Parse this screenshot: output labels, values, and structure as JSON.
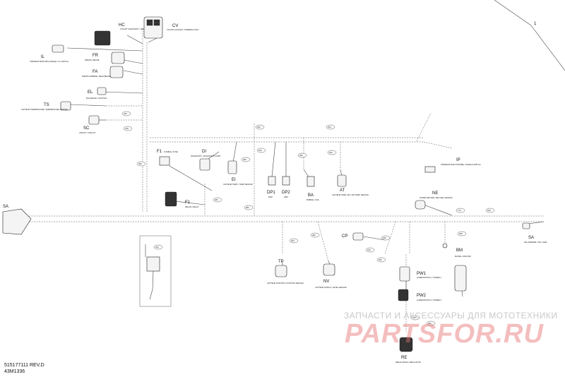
{
  "document": {
    "part_number": "515177111 REV.D",
    "drawing_number": "43M1336",
    "callout": "1"
  },
  "watermark": {
    "tagline": "ЗАПЧАСТИ И АКСЕССУАРЫ ДЛЯ МОТОТЕХНИКИ",
    "logo": "PARTSFOR.RU",
    "color": "#e06e6e"
  },
  "connectors": {
    "hc": {
      "code": "HC",
      "caption": "VOLANT CHAUFFANT / HEATED STEERING"
    },
    "cv": {
      "code": "CV",
      "caption": "VOLANT & ROUES / STEERING ASSY"
    },
    "il": {
      "code": "IL",
      "caption": "INTERRUPTEUR D'ÉCLAIRAGE / ILL SWITCH"
    },
    "fr": {
      "code": "FR",
      "caption": "FREINS / BRAKE"
    },
    "fa": {
      "code": "FA",
      "caption": "FREINS ARRIÈRE / REAR BRAKE"
    },
    "el": {
      "code": "EL",
      "caption": "ÉCLAIRAGE / LIGHTING"
    },
    "ts": {
      "code": "TS",
      "caption": "CAPTEUR TEMPÉRATURE / TEMPERATURE SENSOR"
    },
    "sc": {
      "code": "SC",
      "caption": "CIRCUIT / CIRCUIT"
    },
    "f1a": {
      "code": "F1",
      "caption": "FUSIBLE / FUSE"
    },
    "di": {
      "code": "DI",
      "caption": "DIAGNOSTIC / DIAGNOSTIC PORT"
    },
    "ei": {
      "code": "EI",
      "caption": "CAPTEUR TEMP. / TEMP SENSOR"
    },
    "f1b": {
      "code": "F1",
      "caption": "RELAIS / RELAY"
    },
    "dp1": {
      "code": "DP1",
      "caption": "DPM"
    },
    "dp2": {
      "code": "DP2",
      "caption": "DPM"
    },
    "ba": {
      "code": "BA",
      "caption": "BOBINE / COIL"
    },
    "at": {
      "code": "AT",
      "caption": "CAPTEUR TEMP. AIR / AIR TEMP. SENSOR"
    },
    "ip": {
      "code": "IP",
      "caption": "INTERRUPTEUR POIGNÉE / HANDLE SWITCH"
    },
    "ne": {
      "code": "NE",
      "caption": "SONDE NEUTRE / NEUTRAL SENSOR"
    },
    "sa_left": {
      "code": "SA",
      "caption": ""
    },
    "sa_right": {
      "code": "SA",
      "caption": "FEU ARRIÈRE / TAIL LAMP"
    },
    "cp": {
      "code": "CP",
      "caption": ""
    },
    "tp": {
      "code": "TP",
      "caption": "CAPTEUR POSITION / POSITION SENSOR"
    },
    "nv": {
      "code": "NV",
      "caption": "CAPTEUR NIVEAU / LEVEL SENSOR"
    },
    "bm": {
      "code": "BM",
      "caption": "MASSE / GROUND"
    },
    "pw1": {
      "code": "PW1",
      "caption": "ALIMENTATION 1 / POWER 1"
    },
    "pw2": {
      "code": "PW2",
      "caption": "ALIMENTATION 2 / POWER 2"
    },
    "re": {
      "code": "RE",
      "caption": "RÉGULATEUR / REGULATOR"
    }
  },
  "refs": {
    "r1": "293",
    "r2": "218",
    "r3": "295",
    "r4": "283",
    "r5": "294",
    "r6": "294",
    "r7": "296",
    "r8": "294",
    "r9": "296",
    "r10": "284",
    "r11": "283",
    "r12": "284",
    "r13": "773",
    "r14": "180",
    "r15": "188",
    "r16": "282",
    "r17": "243",
    "r18": "925",
    "r19": "284",
    "r20": "294",
    "r21": "282",
    "r22": "196"
  }
}
